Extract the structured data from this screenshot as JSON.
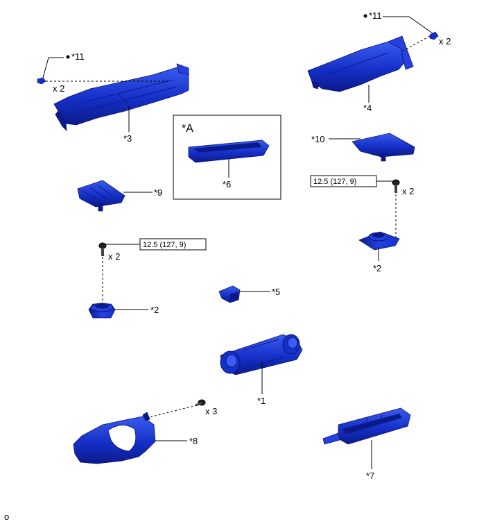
{
  "colors": {
    "part_fill": "#1530c8",
    "part_dark": "#0b1a8a",
    "part_light": "#3a5cf0",
    "line": "#000000"
  },
  "labels": {
    "p1": "*1",
    "p2_left": "*2",
    "p2_right": "*2",
    "p3": "*3",
    "p4": "*4",
    "p5": "*5",
    "p6": "*6",
    "p7": "*7",
    "p8": "*8",
    "p9": "*9",
    "p10": "*10",
    "p11_left": "*11",
    "p11_right": "*11",
    "detail_a": "*A"
  },
  "quantities": {
    "clip_left": "x 2",
    "clip_right": "x 2",
    "screw_left": "x 2",
    "screw_right": "x 2",
    "screw_bottom": "x 3"
  },
  "torques": {
    "left": "12.5 (127, 9)",
    "right": "12.5 (127, 9)"
  },
  "footer": {
    "code": "o"
  }
}
